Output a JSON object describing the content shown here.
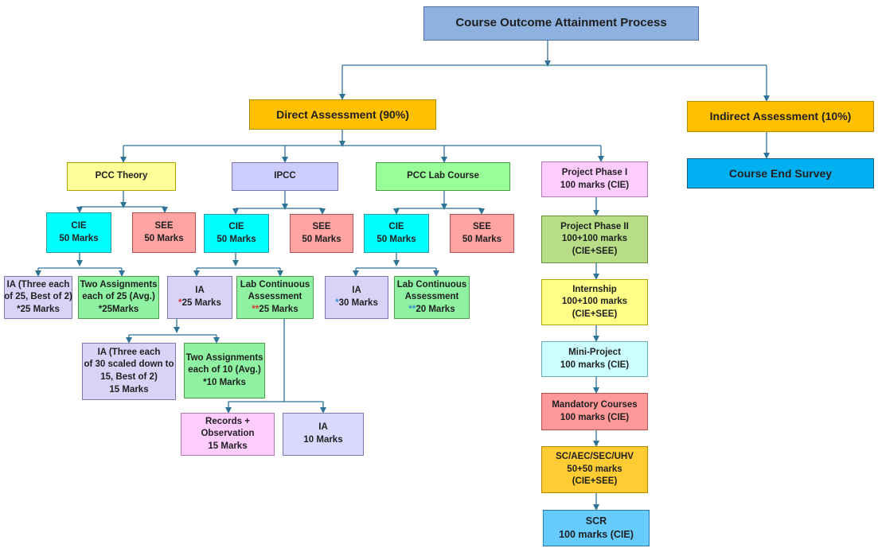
{
  "title": "Course Outcome Attainment Process",
  "direct": "Direct Assessment (90%)",
  "indirect": "Indirect Assessment (10%)",
  "course_end_survey": "Course End Survey",
  "pcc_theory": {
    "label": "PCC Theory",
    "cie": [
      "CIE",
      "50 Marks"
    ],
    "see": [
      "SEE",
      "50 Marks"
    ],
    "ia": [
      "IA (Three each",
      "of 25, Best of 2)",
      "*25 Marks"
    ],
    "assign": [
      "Two Assignments",
      "each of 25 (Avg.)",
      "*25Marks"
    ]
  },
  "ipcc": {
    "label": "IPCC",
    "cie": [
      "CIE",
      "50 Marks"
    ],
    "see": [
      "SEE",
      "50 Marks"
    ],
    "ia": [
      "IA",
      "*",
      "25 Marks"
    ],
    "lab": [
      "Lab Continuous",
      "Assessment",
      "**",
      "25 Marks"
    ],
    "ia_sub": [
      "IA (Three each",
      "of 30 scaled down to",
      "15, Best of 2)",
      "15 Marks"
    ],
    "assign_sub": [
      "Two Assignments",
      "each of 10 (Avg.)",
      "*10 Marks"
    ],
    "records": [
      "Records +",
      "Observation",
      "15 Marks"
    ],
    "lab_ia": [
      "IA",
      "10 Marks"
    ]
  },
  "pcc_lab": {
    "label": "PCC Lab Course",
    "cie": [
      "CIE",
      "50 Marks"
    ],
    "see": [
      "SEE",
      "50 Marks"
    ],
    "ia": [
      "IA",
      "*",
      "30 Marks"
    ],
    "lab": [
      "Lab Continuous",
      "Assessment",
      "**",
      "20 Marks"
    ]
  },
  "projects": {
    "phase1": [
      "Project Phase I",
      "100 marks (CIE)"
    ],
    "phase2": [
      "Project Phase II",
      "100+100 marks",
      "(CIE+SEE)"
    ],
    "internship": [
      "Internship",
      "100+100 marks",
      "(CIE+SEE)"
    ],
    "mini": [
      "Mini-Project",
      "100 marks (CIE)"
    ],
    "mandatory": [
      "Mandatory Courses",
      "100 marks (CIE)"
    ],
    "sc": [
      "SC/AEC/SEC/UHV",
      "50+50 marks",
      "(CIE+SEE)"
    ],
    "scr": [
      "SCR",
      "100 marks (CIE)"
    ]
  },
  "colors": {
    "connector": "#2e7496",
    "title_fill": "#8fb1e0",
    "assessment_fill": "#ffc000",
    "survey_fill": "#00b0f0"
  }
}
